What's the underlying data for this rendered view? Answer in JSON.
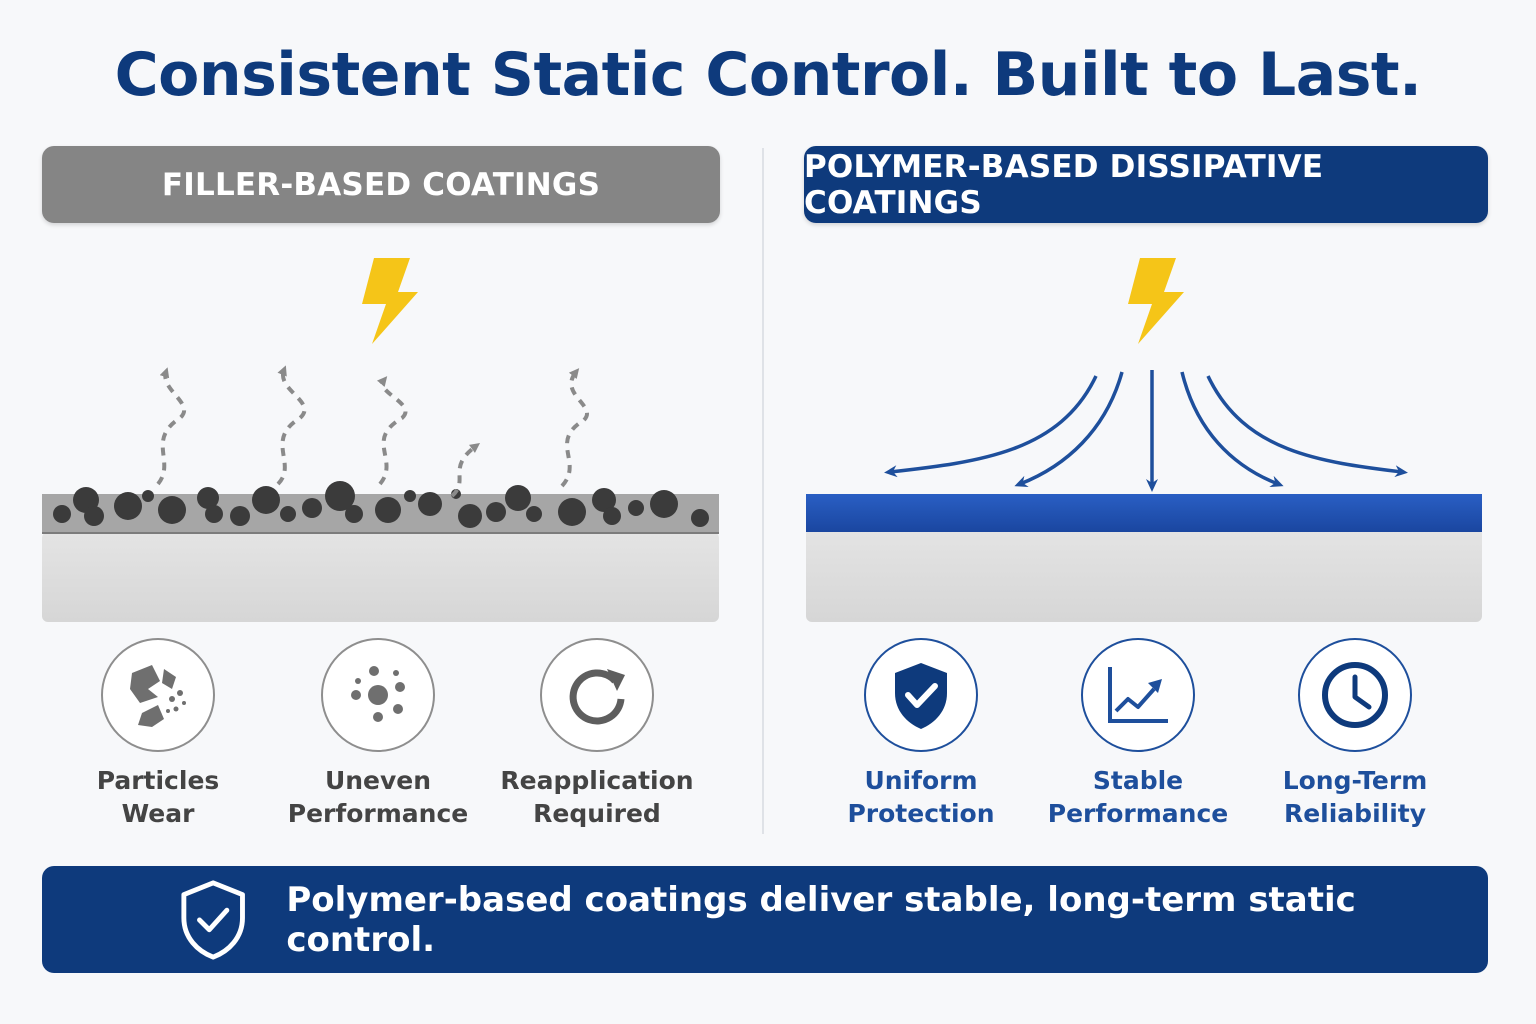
{
  "title": "Consistent Static Control. Built to Last.",
  "left": {
    "header": "FILLER-BASED COATINGS",
    "features": [
      {
        "icon": "broken-particles-icon",
        "line1": "Particles",
        "line2": "Wear"
      },
      {
        "icon": "scattered-dots-icon",
        "line1": "Uneven",
        "line2": "Performance"
      },
      {
        "icon": "refresh-cycle-icon",
        "line1": "Reapplication",
        "line2": "Required"
      }
    ]
  },
  "right": {
    "header": "POLYMER-BASED DISSIPATIVE COATINGS",
    "features": [
      {
        "icon": "shield-check-icon",
        "line1": "Uniform",
        "line2": "Protection"
      },
      {
        "icon": "trend-up-chart-icon",
        "line1": "Stable",
        "line2": "Performance"
      },
      {
        "icon": "clock-icon",
        "line1": "Long-Term",
        "line2": "Reliability"
      }
    ]
  },
  "banner": {
    "icon": "shield-check-icon",
    "text": "Polymer-based coatings deliver stable, long-term static control."
  },
  "colors": {
    "navy": "#0e3a7c",
    "blue_layer": "#1f4fb0",
    "gray_header": "#858585",
    "bolt_yellow": "#f5c518"
  }
}
